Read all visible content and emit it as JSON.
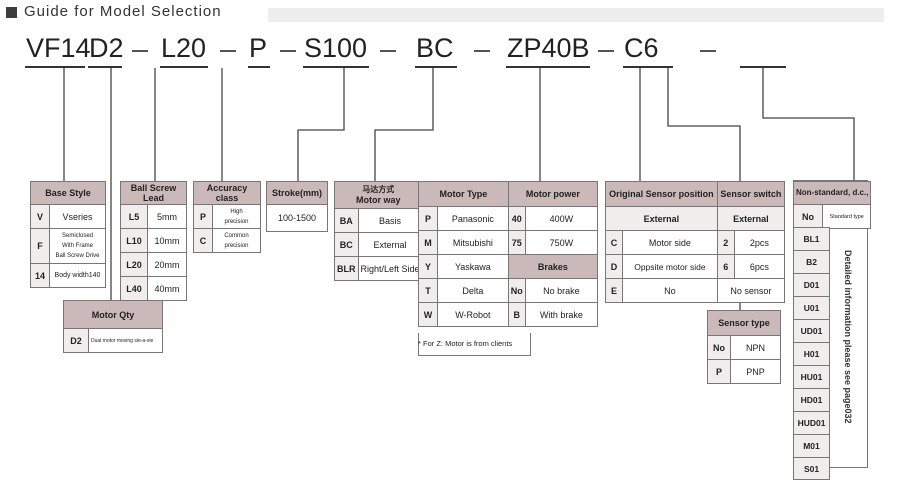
{
  "header": {
    "title": "Guide for Model Selection"
  },
  "model_code": {
    "segments": [
      "VF14",
      "D2",
      "L20",
      "P",
      "S100",
      "BC",
      "ZP40B",
      "C6",
      ""
    ]
  },
  "base_style": {
    "title": "Base Style",
    "rows": [
      {
        "code": "V",
        "desc": "Vseries"
      },
      {
        "code": "F",
        "desc_a": "Semiclosed",
        "desc_b": "With Frame",
        "desc_c": "Ball Screw Drive"
      },
      {
        "code": "14",
        "desc": "Body width140"
      }
    ]
  },
  "motor_qty": {
    "title": "Motor  Qty",
    "code": "D2",
    "desc": "Dual motor moving sie-a-vie"
  },
  "ball_screw": {
    "title": "Ball Screw Lead",
    "rows": [
      {
        "code": "L5",
        "value": "5mm"
      },
      {
        "code": "L10",
        "value": "10mm"
      },
      {
        "code": "L20",
        "value": "20mm"
      },
      {
        "code": "L40",
        "value": "40mm"
      }
    ]
  },
  "accuracy": {
    "title": "Accuracy class",
    "rows": [
      {
        "code": "P",
        "a": "High",
        "b": "precision"
      },
      {
        "code": "C",
        "a": "Common",
        "b": "precision"
      }
    ]
  },
  "stroke": {
    "title": "Stroke(mm)",
    "value": "100-1500"
  },
  "motor_way": {
    "title_cn": "马达方式",
    "title": "Motor way",
    "rows": [
      {
        "code": "BA",
        "desc": "Basis"
      },
      {
        "code": "BC",
        "desc": "External"
      },
      {
        "code": "BLR",
        "desc": "Right/Left Side"
      }
    ]
  },
  "motor_type": {
    "title": "Motor Type",
    "rows": [
      {
        "code": "P",
        "desc": "Panasonic"
      },
      {
        "code": "M",
        "desc": "Mitsubishi"
      },
      {
        "code": "Y",
        "desc": "Yaskawa"
      },
      {
        "code": "T",
        "desc": "Delta"
      },
      {
        "code": "W",
        "desc": "W-Robot"
      }
    ],
    "footnote": "* For Z: Motor is from clients"
  },
  "motor_power": {
    "title": "Motor power",
    "rows": [
      {
        "code": "40",
        "value": "400W"
      },
      {
        "code": "75",
        "value": "750W"
      }
    ]
  },
  "brakes": {
    "title": "Brakes",
    "rows": [
      {
        "code": "No",
        "desc": "No brake"
      },
      {
        "code": "B",
        "desc": "With brake"
      }
    ]
  },
  "sensor_position": {
    "title": "Original Sensor position",
    "subtitle": "External",
    "rows": [
      {
        "code": "C",
        "desc": "Motor side"
      },
      {
        "code": "D",
        "desc": "Oppsite motor side"
      },
      {
        "code": "E",
        "desc": "No"
      }
    ]
  },
  "sensor_switch": {
    "title": "Sensor switch",
    "subtitle": "External",
    "rows": [
      {
        "code": "2",
        "desc": "2pcs"
      },
      {
        "code": "6",
        "desc": "6pcs"
      },
      {
        "desc": "No sensor"
      }
    ]
  },
  "sensor_type": {
    "title": "Sensor type",
    "rows": [
      {
        "code": "No",
        "desc": "NPN"
      },
      {
        "code": "P",
        "desc": "PNP"
      }
    ]
  },
  "non_standard": {
    "title": "Non-standard, d.c.,",
    "no_code": "No",
    "no_desc": "Standard type",
    "codes": [
      "BL1",
      "B2",
      "D01",
      "U01",
      "UD01",
      "H01",
      "HU01",
      "HD01",
      "HUD01",
      "M01",
      "S01"
    ],
    "note": "Detailed information please see page032"
  }
}
